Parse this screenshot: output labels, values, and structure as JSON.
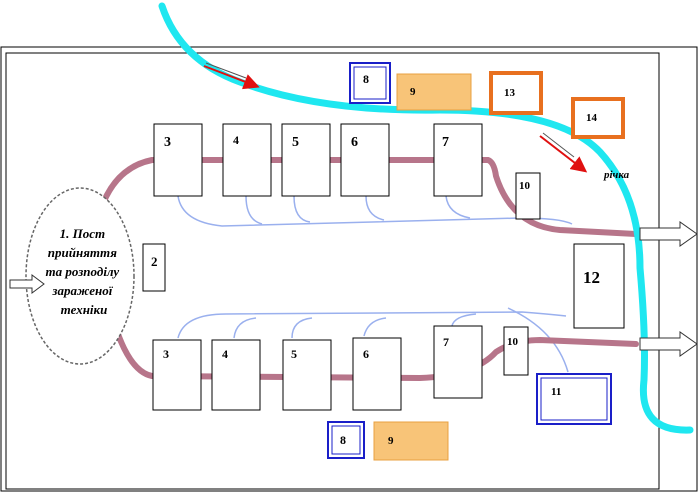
{
  "diagram": {
    "post": [
      "1. Пост",
      "прийняття",
      "та розподілу",
      "зараженої",
      "техніки"
    ],
    "top_boxes": [
      "3",
      "4",
      "5",
      "6",
      "7"
    ],
    "bottom_boxes": [
      "3",
      "4",
      "5",
      "6",
      "7"
    ],
    "box_2": "2",
    "box_10_top": "10",
    "box_10_bottom": "10",
    "box_12": "12",
    "box_11": "11",
    "box_8_top": "8",
    "box_9_top": "9",
    "box_13": "13",
    "box_14": "14",
    "box_8_bottom": "8",
    "box_9_bottom": "9",
    "river_label": "річка"
  },
  "colors": {
    "river": "#1fe7f0",
    "route": "#b7758a",
    "link": "#9ab0ee",
    "blue_box": "#1a1fc8",
    "orange_box": "#e8701f",
    "orange_fill": "#f8c478",
    "flow_arrow": "#e01010"
  }
}
